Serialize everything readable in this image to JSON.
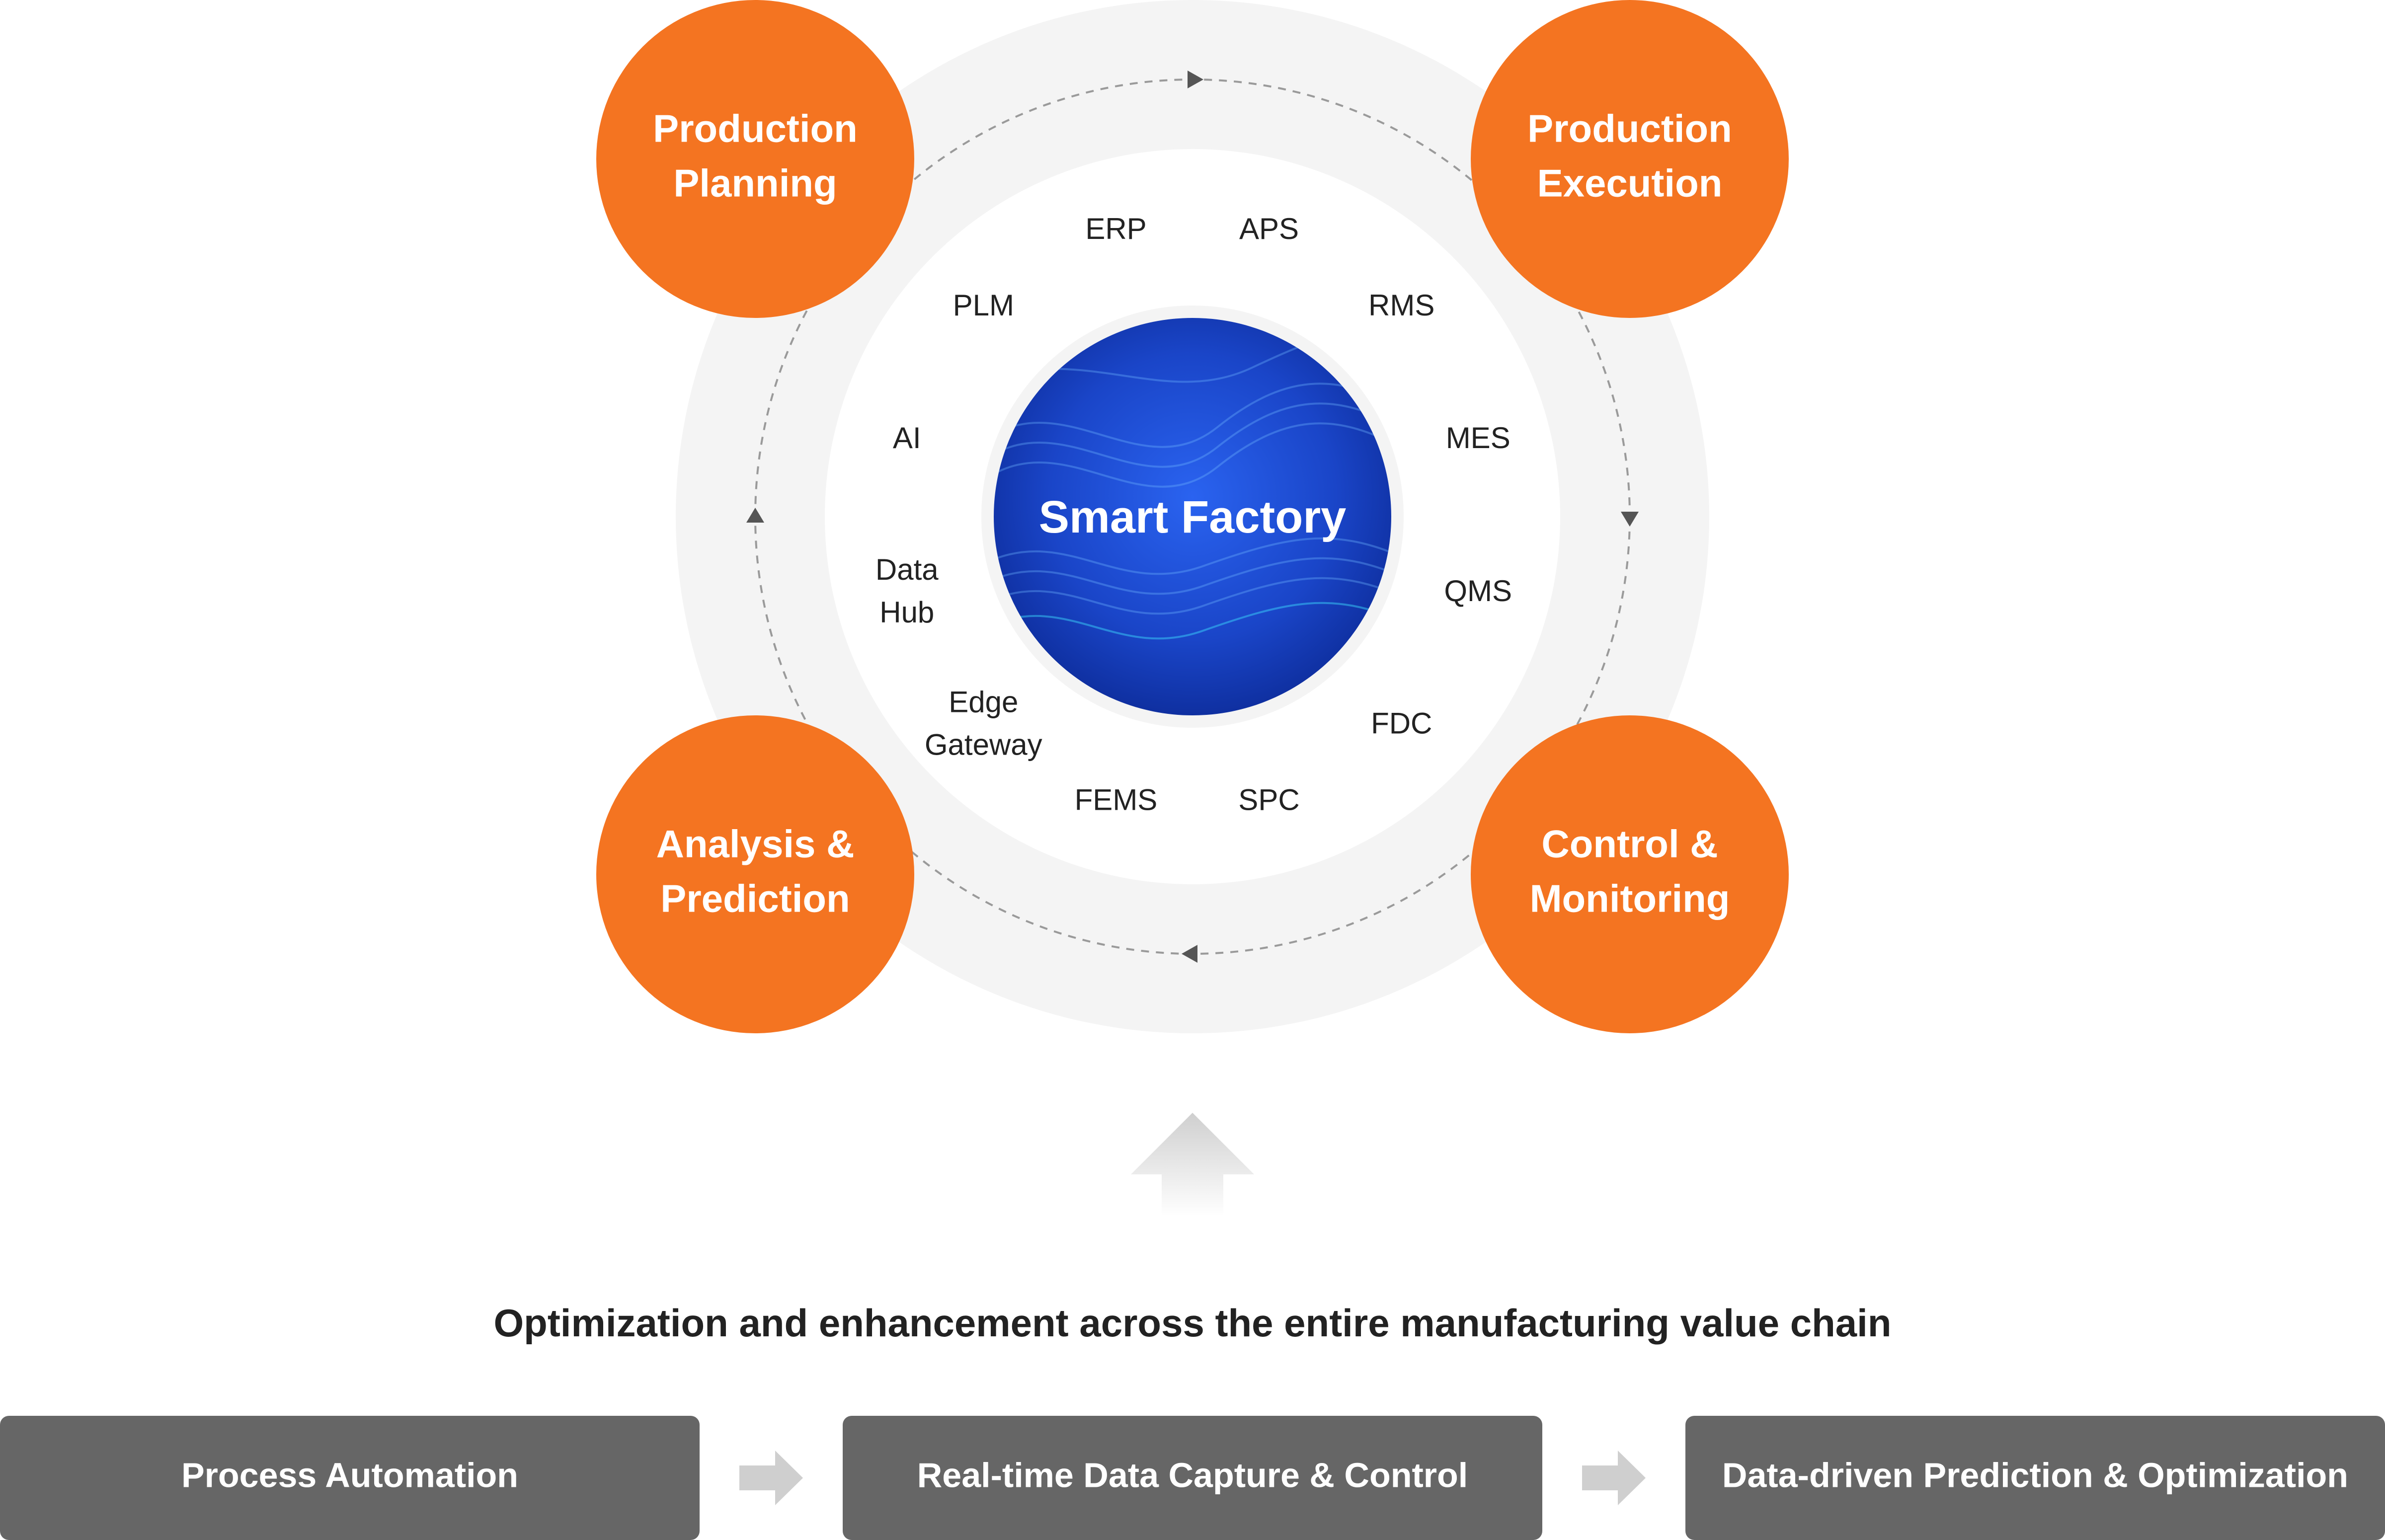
{
  "center": {
    "label": "Smart Factory"
  },
  "systems": [
    {
      "id": "aps",
      "lines": [
        "APS"
      ]
    },
    {
      "id": "rms",
      "lines": [
        "RMS"
      ]
    },
    {
      "id": "mes",
      "lines": [
        "MES"
      ]
    },
    {
      "id": "qms",
      "lines": [
        "QMS"
      ]
    },
    {
      "id": "fdc",
      "lines": [
        "FDC"
      ]
    },
    {
      "id": "spc",
      "lines": [
        "SPC"
      ]
    },
    {
      "id": "fems",
      "lines": [
        "FEMS"
      ]
    },
    {
      "id": "edge-gateway",
      "lines": [
        "Edge",
        "Gateway"
      ]
    },
    {
      "id": "data-hub",
      "lines": [
        "Data",
        "Hub"
      ]
    },
    {
      "id": "ai",
      "lines": [
        "AI"
      ]
    },
    {
      "id": "plm",
      "lines": [
        "PLM"
      ]
    },
    {
      "id": "erp",
      "lines": [
        "ERP"
      ]
    }
  ],
  "stages": [
    {
      "id": "production-planning",
      "lines": [
        "Production",
        "Planning"
      ]
    },
    {
      "id": "production-execution",
      "lines": [
        "Production",
        "Execution"
      ]
    },
    {
      "id": "control-monitoring",
      "lines": [
        "Control &",
        "Monitoring"
      ]
    },
    {
      "id": "analysis-prediction",
      "lines": [
        "Analysis &",
        "Prediction"
      ]
    }
  ],
  "headline": "Optimization and enhancement across the entire manufacturing value chain",
  "steps": [
    {
      "id": "process-automation",
      "label": "Process Automation"
    },
    {
      "id": "realtime-data",
      "label": "Real-time Data Capture & Control"
    },
    {
      "id": "data-driven",
      "label": "Data-driven Prediction & Optimization"
    }
  ],
  "colors": {
    "accent": "#F47421",
    "step_box": "#666666",
    "ring": "#F4F4F4",
    "center_blue": "#1A45C8"
  }
}
